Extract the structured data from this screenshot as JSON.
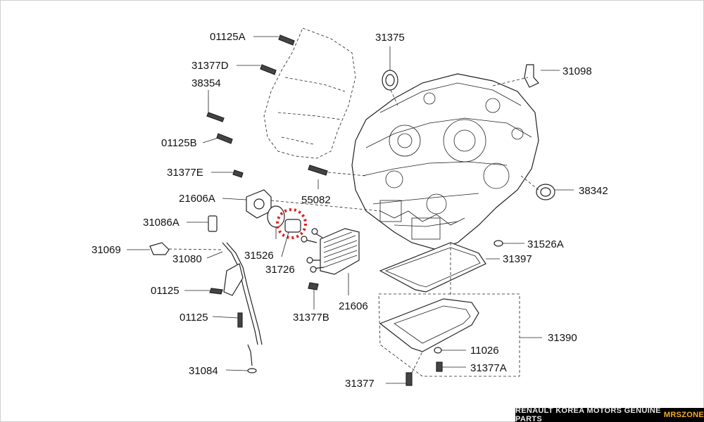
{
  "labels": {
    "l01125A": "01125A",
    "l31377D": "31377D",
    "l38354": "38354",
    "l01125B": "01125B",
    "l31377E": "31377E",
    "l21606A": "21606A",
    "l31086A": "31086A",
    "l31069": "31069",
    "l31080": "31080",
    "l01125a": "01125",
    "l01125b": "01125",
    "l31084": "31084",
    "l31526": "31526",
    "l31726": "31726",
    "l55082": "55082",
    "l31375": "31375",
    "l31098": "31098",
    "l38342": "38342",
    "l31526A": "31526A",
    "l31397": "31397",
    "l31377B": "31377B",
    "l21606": "21606",
    "l31390": "31390",
    "l11026": "11026",
    "l31377A": "31377A",
    "l31377": "31377"
  },
  "footer": {
    "brand": "RENAULT KOREA MOTORS GENUINE PARTS",
    "site": "MRSZONE"
  },
  "colors": {
    "highlight": "#e02020",
    "line": "#222222",
    "footer_bg": "#000000",
    "footer_accent": "#f2b01e"
  }
}
